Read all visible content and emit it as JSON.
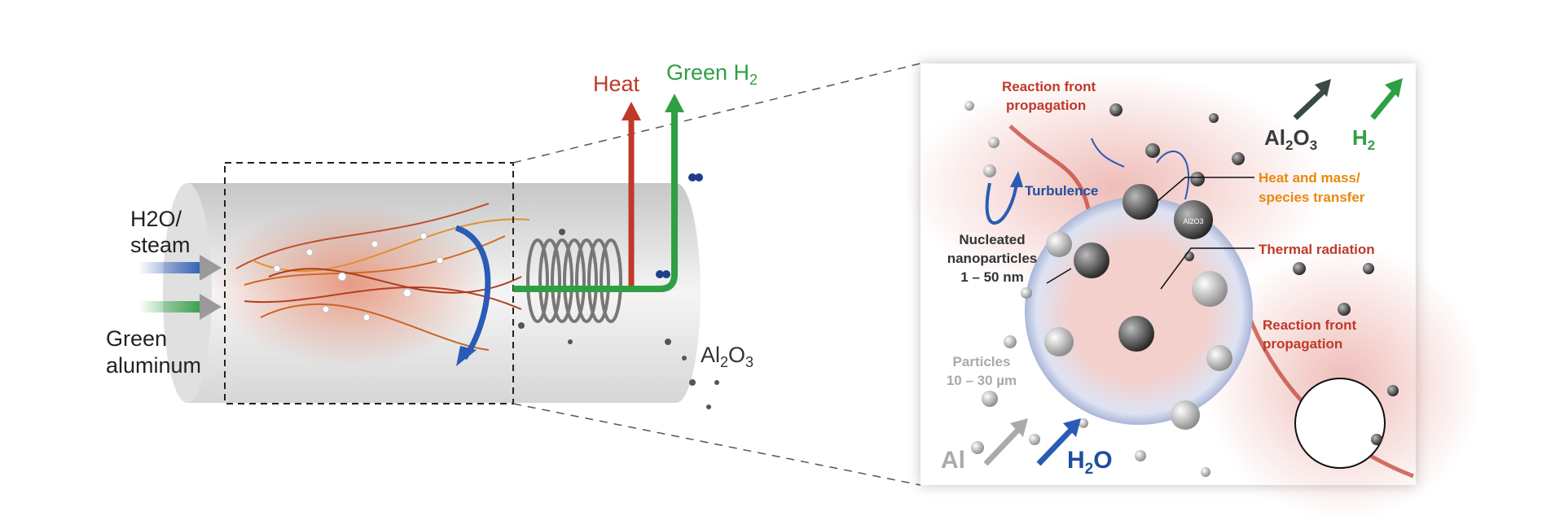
{
  "left": {
    "input_water": "H2O/",
    "input_water_line2": "steam",
    "input_aluminum": "Green",
    "input_aluminum_line2": "aluminum",
    "output_heat": "Heat",
    "output_h2": "Green H",
    "output_h2_sub": "2",
    "output_al2o3": "Al",
    "output_al2o3_sub1": "2",
    "output_al2o3_o": "O",
    "output_al2o3_sub2": "3"
  },
  "panel": {
    "reaction_front_top": "Reaction front",
    "reaction_front_top_line2": "propagation",
    "turbulence": "Turbulence",
    "al2o3_out": "Al",
    "al2o3_out_sub1": "2",
    "al2o3_out_o": "O",
    "al2o3_out_sub2": "3",
    "h2_out": "H",
    "h2_out_sub": "2",
    "heat_mass": "Heat and mass/",
    "heat_mass_line2": "species transfer",
    "nucleated": "Nucleated",
    "nucleated_line2": "nanoparticles",
    "nucleated_line3": "1 – 50 nm",
    "thermal_radiation": "Thermal radiation",
    "particle_al2o3": "Al2O3",
    "reaction_front_right": "Reaction front",
    "reaction_front_right_line2": "propagation",
    "particles": "Particles",
    "particles_line2": "10 – 30 µm",
    "al_in": "Al",
    "h2o_in": "H",
    "h2o_in_sub": "2",
    "h2o_in_o": "O"
  },
  "colors": {
    "heat": "#c0392b",
    "h2": "#2ea043",
    "water": "#1f4e9e",
    "orange": "#e8890c",
    "dark": "#333333",
    "gray": "#9a9a9a"
  }
}
